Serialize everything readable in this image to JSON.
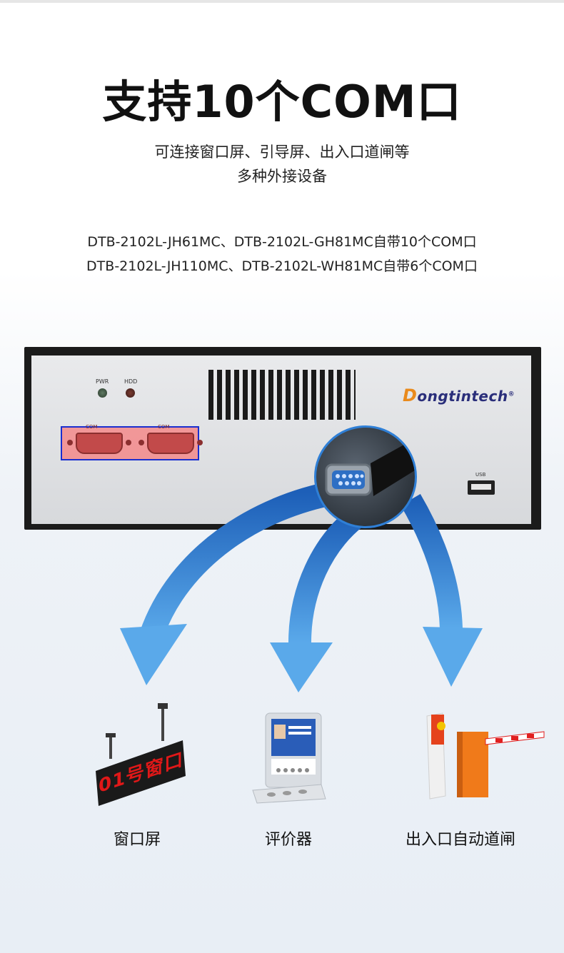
{
  "title": "支持10个COM口",
  "subtitle": {
    "line1": "可连接窗口屏、引导屏、出入口道闸等",
    "line2": "多种外接设备"
  },
  "models": {
    "line1": "DTB-2102L-JH61MC、DTB-2102L-GH81MC自带10个COM口",
    "line2": "DTB-2102L-JH110MC、DTB-2102L-WH81MC自带6个COM口"
  },
  "device": {
    "pwr_label": "PWR",
    "hdd_label": "HDD",
    "com_label_1": "COM",
    "com_label_2": "COM",
    "usb_label": "USB",
    "brand_initial": "D",
    "brand_rest": "ongtintech",
    "brand_mark": "®"
  },
  "devices": {
    "window_screen_text": "01号窗口",
    "window_screen_label": "窗口屏",
    "evaluator_label": "评价器",
    "gate_label": "出入口自动道闸"
  },
  "colors": {
    "accent_blue": "#2f7fd6",
    "highlight_red": "#ff5a5a",
    "highlight_border": "#1a2ecf",
    "brand_orange": "#e98a1c",
    "brand_navy": "#2a2e7a"
  }
}
